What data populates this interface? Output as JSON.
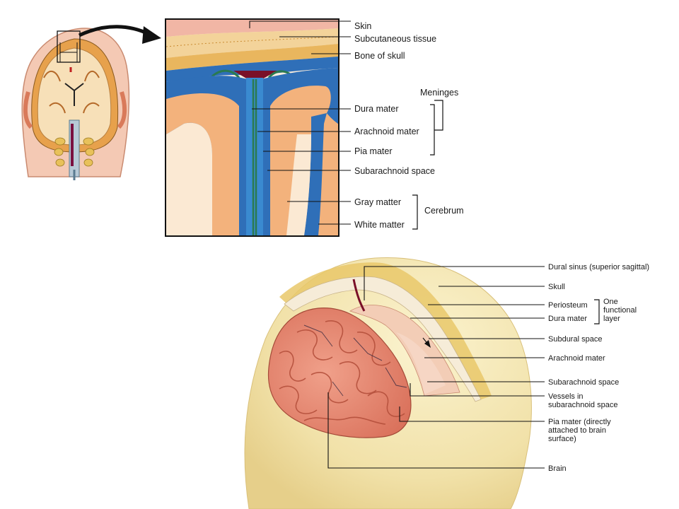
{
  "inset_labels": {
    "skin": "Skin",
    "subcutaneous": "Subcutaneous tissue",
    "bone": "Bone of skull",
    "meninges": "Meninges",
    "dura": "Dura mater",
    "arachnoid": "Arachnoid mater",
    "pia": "Pia mater",
    "subarachnoid": "Subarachnoid space",
    "gray": "Gray matter",
    "white": "White matter",
    "cerebrum": "Cerebrum"
  },
  "skull_labels": {
    "dural_sinus": "Dural sinus (superior sagittal)",
    "skull": "Skull",
    "periosteum": "Periosteum",
    "dura": "Dura mater",
    "one_functional": [
      "One",
      "functional",
      "layer"
    ],
    "subdural": "Subdural space",
    "arachnoid": "Arachnoid mater",
    "subarachnoid": "Subarachnoid space",
    "vessels": [
      "Vessels in",
      "subarachnoid space"
    ],
    "pia": [
      "Pia mater (directly",
      "attached to brain",
      "surface)"
    ],
    "brain": "Brain"
  },
  "colors": {
    "brain_pink": "#e98a74",
    "dura_blue": "#2f6fb8",
    "gray_matter": "#f3b27c",
    "skull_cream": "#f3e4b0",
    "skin_pink": "#f1b6a5"
  }
}
